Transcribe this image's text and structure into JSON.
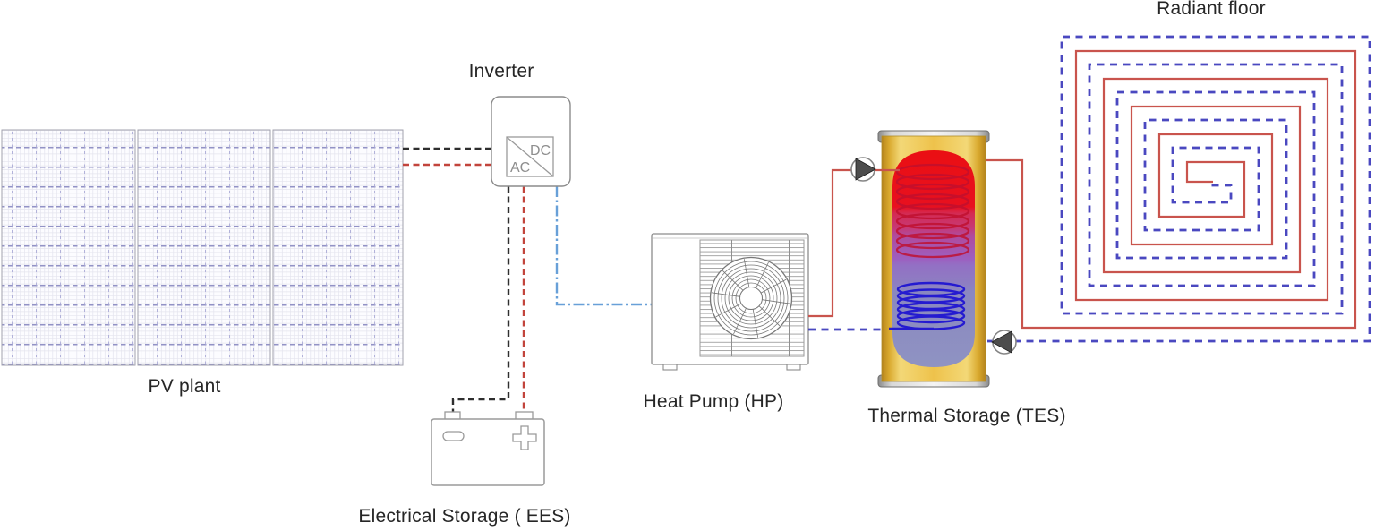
{
  "labels": {
    "pv_plant": "PV plant",
    "inverter": "Inverter",
    "electrical_storage": "Electrical Storage ( EES)",
    "heat_pump": "Heat Pump (HP)",
    "thermal_storage": "Thermal Storage (TES)",
    "radiant_floor": "Radiant floor"
  },
  "inverter_box": {
    "dc": "DC",
    "ac": "AC"
  },
  "colors": {
    "wire_black": "#2e2e2e",
    "wire_red": "#c2443c",
    "wire_ac_blue": "#68a0d8",
    "hot_water_red": "#c9544d",
    "cold_water_blue": "#4a48c0",
    "coil_hot": "#c00f2e",
    "coil_cold": "#1d12d2",
    "pump_fill": "#4d4d4d",
    "tank_shell_yellow": "#eec24b",
    "tank_hot_fluid": "#ea0f13",
    "tank_cold_fluid": "#8f93c2"
  }
}
